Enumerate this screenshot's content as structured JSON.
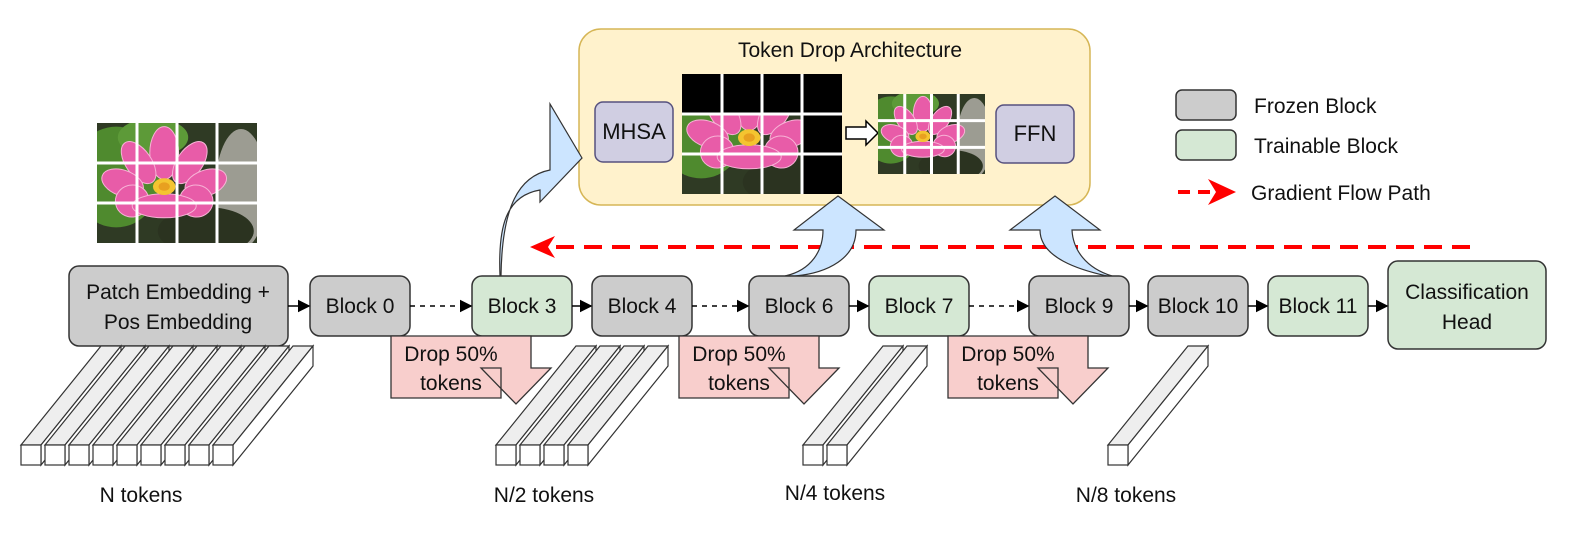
{
  "colors": {
    "frozen": "#cccccc",
    "trainable": "#d5e8d4",
    "arch_bg": "#fff2cc",
    "arch_border": "#d6b656",
    "attn": "#d0cee2",
    "attn_border": "#56517e",
    "drop_fill": "#f8cecc",
    "gradient": "#ff0000",
    "up_arrow": "#cce5ff"
  },
  "architecture": {
    "title": "Token Drop Architecture",
    "mhsa": "MHSA",
    "ffn": "FFN"
  },
  "legend": {
    "frozen": "Frozen Block",
    "trainable": "Trainable Block",
    "gradient": "Gradient Flow Path"
  },
  "pipeline": {
    "patch_line1": "Patch Embedding +",
    "patch_line2": "Pos Embedding",
    "blocks": [
      {
        "label": "Block 0",
        "state": "frozen"
      },
      {
        "label": "Block 3",
        "state": "trainable"
      },
      {
        "label": "Block 4",
        "state": "frozen"
      },
      {
        "label": "Block 6",
        "state": "frozen"
      },
      {
        "label": "Block 7",
        "state": "trainable"
      },
      {
        "label": "Block 9",
        "state": "frozen"
      },
      {
        "label": "Block 10",
        "state": "frozen"
      },
      {
        "label": "Block 11",
        "state": "trainable"
      }
    ],
    "head_line1": "Classification",
    "head_line2": "Head"
  },
  "drops": [
    {
      "line1": "Drop 50%",
      "line2": "tokens"
    },
    {
      "line1": "Drop 50%",
      "line2": "tokens"
    },
    {
      "line1": "Drop 50%",
      "line2": "tokens"
    }
  ],
  "tokens": [
    {
      "label": "N tokens",
      "count": 9
    },
    {
      "label": "N/2 tokens",
      "count": 4
    },
    {
      "label": "N/4 tokens",
      "count": 2
    },
    {
      "label": "N/8 tokens",
      "count": 1
    }
  ]
}
